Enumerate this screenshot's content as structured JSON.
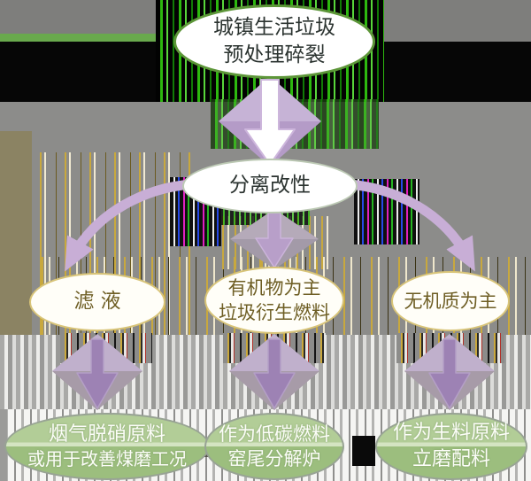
{
  "nodes": {
    "pretreatment": {
      "line1": "城镇生活垃圾",
      "line2": "预处理碎裂"
    },
    "separation": {
      "label": "分离改性"
    },
    "filtrate": {
      "label": "滤  液"
    },
    "organic": {
      "line1": "有机物为主",
      "line2": "垃圾衍生燃料"
    },
    "inorganic": {
      "label": "无机质为主"
    },
    "flue_gas": {
      "line1": "烟气脱硝原料",
      "line2": "或用于改善煤磨工况"
    },
    "low_carbon": {
      "line1": "作为低碳燃料",
      "line2": "窑尾分解炉"
    },
    "raw_meal": {
      "line1": "作为生料原料",
      "line2": "立磨配料"
    }
  },
  "icons": {
    "down-arrow-icon": "⇩",
    "curved-arrow-left-icon": "↙",
    "curved-arrow-right-icon": "↘",
    "diamond-down-arrow-icon": "⬇"
  },
  "colors": {
    "node_border_green": "#5d9639",
    "node_border_tan": "#d8c478",
    "result_fill_green": "#a6c68a",
    "arrow_lavender": "#c8aed6",
    "arrow_purple": "#9d82b4",
    "text_dark": "#2b3330",
    "text_olive": "#6e5e24",
    "text_white": "#fcfdf8"
  }
}
